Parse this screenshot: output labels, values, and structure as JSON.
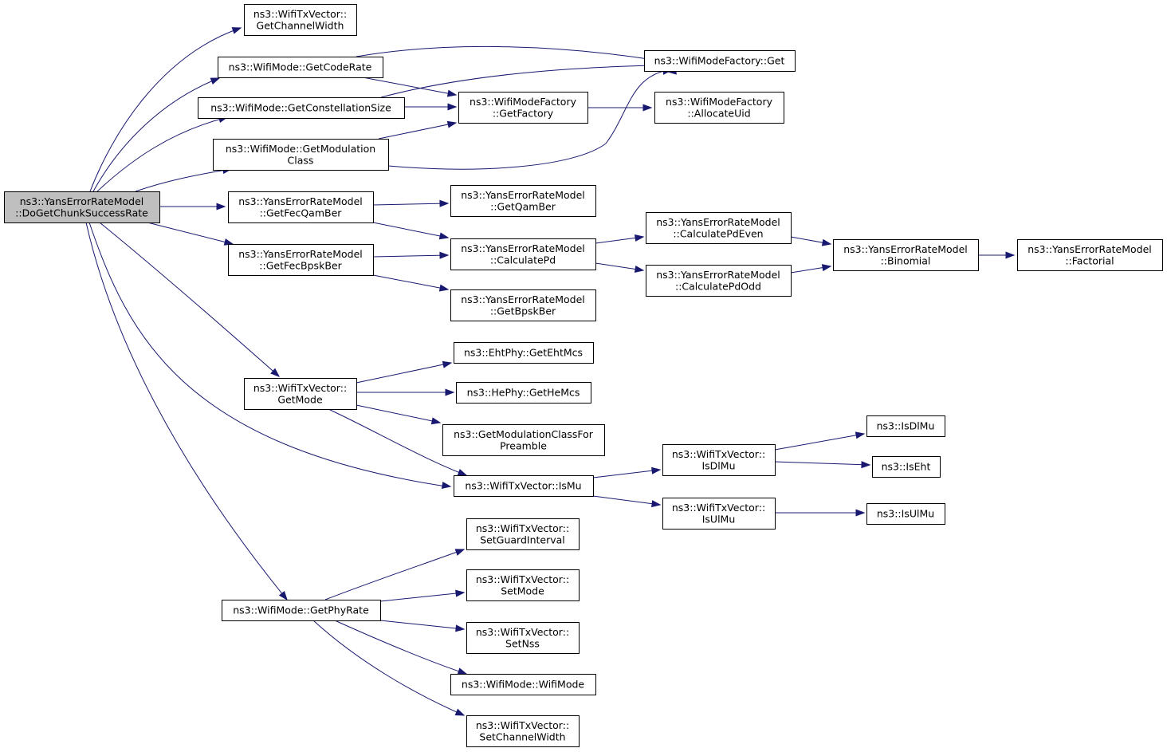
{
  "diagram": {
    "colors": {
      "edge": "#191970",
      "node_border": "#000000",
      "root_fill": "#bfbfbf",
      "node_fill": "#ffffff"
    },
    "nodes": [
      {
        "id": "root",
        "lines": [
          "ns3::YansErrorRateModel",
          "::DoGetChunkSuccessRate"
        ],
        "root": true
      },
      {
        "id": "getChannelWidth",
        "lines": [
          "ns3::WifiTxVector::",
          "GetChannelWidth"
        ]
      },
      {
        "id": "getCodeRate",
        "lines": [
          "ns3::WifiMode::GetCodeRate"
        ]
      },
      {
        "id": "getConstellationSize",
        "lines": [
          "ns3::WifiMode::GetConstellationSize"
        ]
      },
      {
        "id": "getModulationClass",
        "lines": [
          "ns3::WifiMode::GetModulation",
          "Class"
        ]
      },
      {
        "id": "wmfGet",
        "lines": [
          "ns3::WifiModeFactory::Get"
        ]
      },
      {
        "id": "wmfGetFactory",
        "lines": [
          "ns3::WifiModeFactory",
          "::GetFactory"
        ]
      },
      {
        "id": "wmfAllocateUid",
        "lines": [
          "ns3::WifiModeFactory",
          "::AllocateUid"
        ]
      },
      {
        "id": "getFecQamBer",
        "lines": [
          "ns3::YansErrorRateModel",
          "::GetFecQamBer"
        ]
      },
      {
        "id": "getFecBpskBer",
        "lines": [
          "ns3::YansErrorRateModel",
          "::GetFecBpskBer"
        ]
      },
      {
        "id": "getQamBer",
        "lines": [
          "ns3::YansErrorRateModel",
          "::GetQamBer"
        ]
      },
      {
        "id": "calculatePd",
        "lines": [
          "ns3::YansErrorRateModel",
          "::CalculatePd"
        ]
      },
      {
        "id": "getBpskBer",
        "lines": [
          "ns3::YansErrorRateModel",
          "::GetBpskBer"
        ]
      },
      {
        "id": "calculatePdEven",
        "lines": [
          "ns3::YansErrorRateModel",
          "::CalculatePdEven"
        ]
      },
      {
        "id": "calculatePdOdd",
        "lines": [
          "ns3::YansErrorRateModel",
          "::CalculatePdOdd"
        ]
      },
      {
        "id": "binomial",
        "lines": [
          "ns3::YansErrorRateModel",
          "::Binomial"
        ]
      },
      {
        "id": "factorial",
        "lines": [
          "ns3::YansErrorRateModel",
          "::Factorial"
        ]
      },
      {
        "id": "txGetMode",
        "lines": [
          "ns3::WifiTxVector::",
          "GetMode"
        ]
      },
      {
        "id": "getEhtMcs",
        "lines": [
          "ns3::EhtPhy::GetEhtMcs"
        ]
      },
      {
        "id": "getHeMcs",
        "lines": [
          "ns3::HePhy::GetHeMcs"
        ]
      },
      {
        "id": "getModClassForPreamble",
        "lines": [
          "ns3::GetModulationClassFor",
          "Preamble"
        ]
      },
      {
        "id": "txIsMu",
        "lines": [
          "ns3::WifiTxVector::IsMu"
        ]
      },
      {
        "id": "txIsDlMu",
        "lines": [
          "ns3::WifiTxVector::",
          "IsDlMu"
        ]
      },
      {
        "id": "txIsUlMu",
        "lines": [
          "ns3::WifiTxVector::",
          "IsUlMu"
        ]
      },
      {
        "id": "isDlMu",
        "lines": [
          "ns3::IsDlMu"
        ]
      },
      {
        "id": "isEht",
        "lines": [
          "ns3::IsEht"
        ]
      },
      {
        "id": "isUlMu",
        "lines": [
          "ns3::IsUlMu"
        ]
      },
      {
        "id": "getPhyRate",
        "lines": [
          "ns3::WifiMode::GetPhyRate"
        ]
      },
      {
        "id": "setGuardInterval",
        "lines": [
          "ns3::WifiTxVector::",
          "SetGuardInterval"
        ]
      },
      {
        "id": "setMode",
        "lines": [
          "ns3::WifiTxVector::",
          "SetMode"
        ]
      },
      {
        "id": "setNss",
        "lines": [
          "ns3::WifiTxVector::",
          "SetNss"
        ]
      },
      {
        "id": "wifiModeCtor",
        "lines": [
          "ns3::WifiMode::WifiMode"
        ]
      },
      {
        "id": "setChannelWidth",
        "lines": [
          "ns3::WifiTxVector::",
          "SetChannelWidth"
        ]
      }
    ],
    "edges": [
      [
        "root",
        "getChannelWidth"
      ],
      [
        "root",
        "getCodeRate"
      ],
      [
        "root",
        "getConstellationSize"
      ],
      [
        "root",
        "getModulationClass"
      ],
      [
        "root",
        "getFecQamBer"
      ],
      [
        "root",
        "getFecBpskBer"
      ],
      [
        "root",
        "txGetMode"
      ],
      [
        "root",
        "txIsMu"
      ],
      [
        "root",
        "getPhyRate"
      ],
      [
        "getCodeRate",
        "wmfGet"
      ],
      [
        "getCodeRate",
        "wmfGetFactory"
      ],
      [
        "getConstellationSize",
        "wmfGet"
      ],
      [
        "getConstellationSize",
        "wmfGetFactory"
      ],
      [
        "getModulationClass",
        "wmfGetFactory"
      ],
      [
        "getModulationClass",
        "wmfGet"
      ],
      [
        "wmfGet",
        "wmfGetFactory"
      ],
      [
        "wmfGetFactory",
        "wmfAllocateUid"
      ],
      [
        "getFecQamBer",
        "getQamBer"
      ],
      [
        "getFecQamBer",
        "calculatePd"
      ],
      [
        "getFecBpskBer",
        "calculatePd"
      ],
      [
        "getFecBpskBer",
        "getBpskBer"
      ],
      [
        "calculatePd",
        "calculatePdEven"
      ],
      [
        "calculatePd",
        "calculatePdOdd"
      ],
      [
        "calculatePdEven",
        "binomial"
      ],
      [
        "calculatePdOdd",
        "binomial"
      ],
      [
        "binomial",
        "factorial"
      ],
      [
        "txGetMode",
        "getEhtMcs"
      ],
      [
        "txGetMode",
        "getHeMcs"
      ],
      [
        "txGetMode",
        "getModClassForPreamble"
      ],
      [
        "txGetMode",
        "txIsMu"
      ],
      [
        "txIsMu",
        "txIsDlMu"
      ],
      [
        "txIsMu",
        "txIsUlMu"
      ],
      [
        "txIsDlMu",
        "isDlMu"
      ],
      [
        "txIsDlMu",
        "isEht"
      ],
      [
        "txIsUlMu",
        "isUlMu"
      ],
      [
        "getPhyRate",
        "setGuardInterval"
      ],
      [
        "getPhyRate",
        "setMode"
      ],
      [
        "getPhyRate",
        "setNss"
      ],
      [
        "getPhyRate",
        "wifiModeCtor"
      ],
      [
        "getPhyRate",
        "setChannelWidth"
      ]
    ]
  }
}
